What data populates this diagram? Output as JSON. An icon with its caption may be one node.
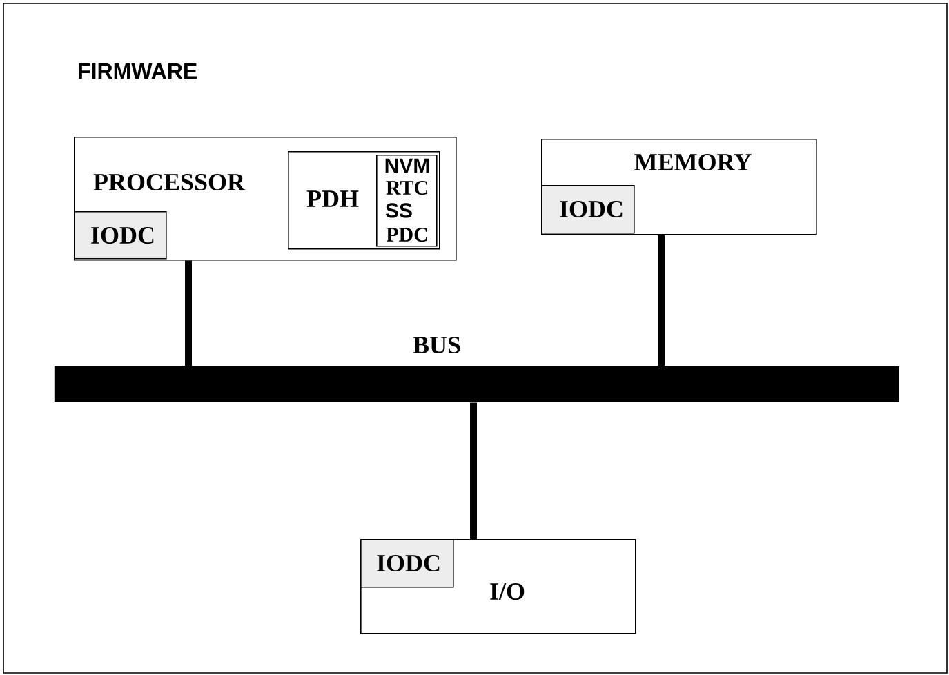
{
  "diagram": {
    "title": "FIRMWARE",
    "nodes": [
      {
        "text": [
          "PROCESSOR"
        ]
      },
      {
        "text": [
          "IODC"
        ],
        "in": 0
      },
      {
        "text": [
          "PDH"
        ],
        "in": 0
      },
      {
        "text": [
          "NVM",
          "RTC",
          "SS",
          "PDC"
        ],
        "in": 2
      },
      {
        "text": [
          "MEMORY"
        ]
      },
      {
        "text": [
          "IODC"
        ],
        "in": 4
      },
      {
        "text": [
          "BUS"
        ]
      },
      {
        "text": [
          "I/O"
        ]
      },
      {
        "text": [
          "IODC"
        ],
        "in": 7
      }
    ],
    "edges": [
      {
        "from": 0,
        "to": 6,
        "arrow": "none"
      },
      {
        "from": 4,
        "to": 6,
        "arrow": "none"
      },
      {
        "from": 6,
        "to": 7,
        "arrow": "none"
      }
    ]
  }
}
